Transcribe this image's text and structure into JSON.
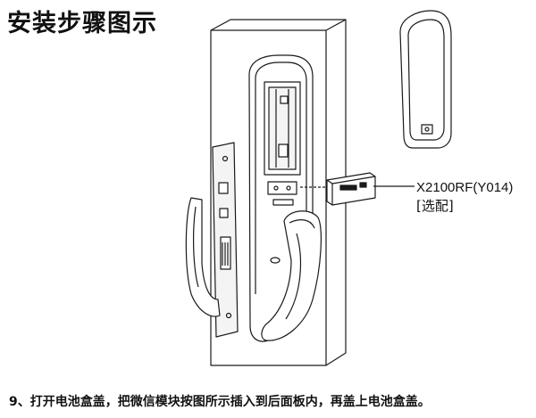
{
  "title": "安装步骤图示",
  "module": {
    "model": "X2100RF(Y014)",
    "option_note": "[选配]"
  },
  "caption": "9、打开电池盒盖，把微信模块按图所示插入到后面板内，再盖上电池盒盖。",
  "colors": {
    "line": "#1a1a1a",
    "shade": "#d9d9d9",
    "background": "#ffffff"
  }
}
